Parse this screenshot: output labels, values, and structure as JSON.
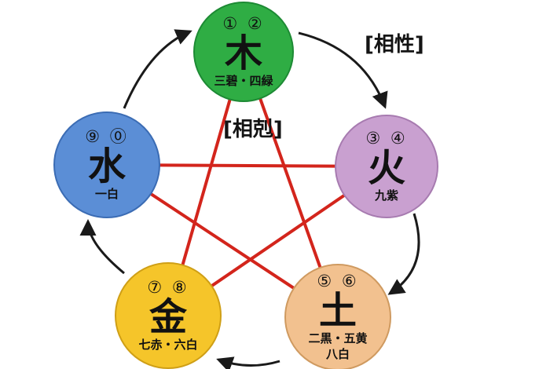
{
  "diagram": {
    "labels": {
      "compatibility": "[相性]",
      "conflict": "[相剋]"
    },
    "colors": {
      "generating_arrow": "#1a1a1a",
      "overcoming_line": "#d3251c"
    },
    "elements": [
      {
        "id": "wood",
        "name": "木",
        "numbers": "① ②",
        "stars": "三碧・四緑",
        "color": "#2fad44",
        "border": "#1d8a34"
      },
      {
        "id": "fire",
        "name": "火",
        "numbers": "③ ④",
        "stars": "九紫",
        "color": "#c9a0d0",
        "border": "#a77bb0"
      },
      {
        "id": "earth",
        "name": "土",
        "numbers": "⑤ ⑥",
        "stars": "二黒・五黄",
        "stars2": "八白",
        "color": "#f2c18f",
        "border": "#cf9a60"
      },
      {
        "id": "metal",
        "name": "金",
        "numbers": "⑦ ⑧",
        "stars": "七赤・六白",
        "color": "#f5c52a",
        "border": "#cf9f16"
      },
      {
        "id": "water",
        "name": "水",
        "numbers": "⑨ ⓪",
        "stars": "一白",
        "color": "#5b8ed6",
        "border": "#3b6cb4"
      }
    ]
  }
}
